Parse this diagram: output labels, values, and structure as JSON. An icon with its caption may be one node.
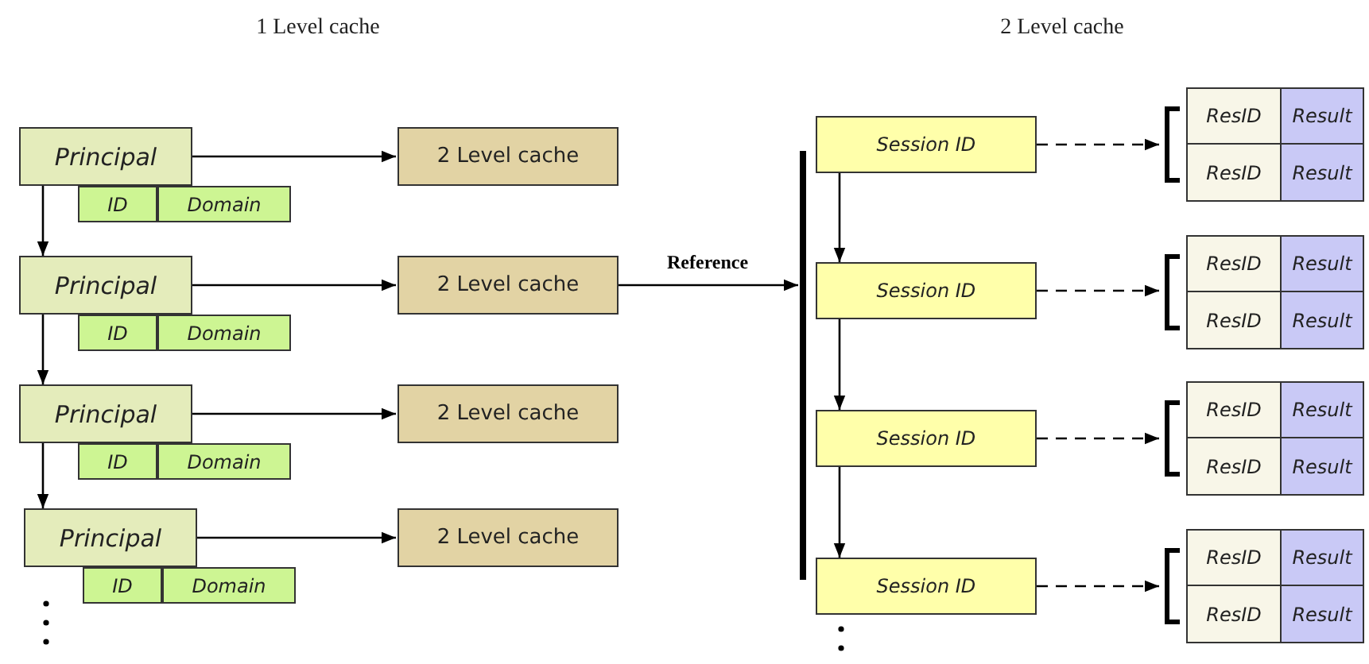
{
  "diagram": {
    "nodes": [
      {
        "text": [
          "Principal"
        ]
      },
      {
        "text": [
          "ID"
        ]
      },
      {
        "text": [
          "Domain"
        ]
      },
      {
        "text": [
          "2 Level cache"
        ]
      },
      {
        "text": [
          "Principal"
        ]
      },
      {
        "text": [
          "ID"
        ]
      },
      {
        "text": [
          "Domain"
        ]
      },
      {
        "text": [
          "2 Level cache"
        ]
      },
      {
        "text": [
          "Principal"
        ]
      },
      {
        "text": [
          "ID"
        ]
      },
      {
        "text": [
          "Domain"
        ]
      },
      {
        "text": [
          "2 Level cache"
        ]
      },
      {
        "text": [
          "Principal"
        ]
      },
      {
        "text": [
          "ID"
        ]
      },
      {
        "text": [
          "Domain"
        ]
      },
      {
        "text": [
          "2 Level cache"
        ]
      },
      {
        "text": [],
        "shape": "bar"
      },
      {
        "text": [
          "Session ID"
        ]
      },
      {
        "text": [],
        "shape": "box"
      },
      {
        "text": [
          "ResID"
        ],
        "in": 18
      },
      {
        "text": [
          "Result"
        ],
        "in": 18
      },
      {
        "text": [
          "ResID"
        ],
        "in": 18
      },
      {
        "text": [
          "Result"
        ],
        "in": 18
      },
      {
        "text": [
          "Session ID"
        ]
      },
      {
        "text": [],
        "shape": "box"
      },
      {
        "text": [
          "ResID"
        ],
        "in": 24
      },
      {
        "text": [
          "Result"
        ],
        "in": 24
      },
      {
        "text": [
          "ResID"
        ],
        "in": 24
      },
      {
        "text": [
          "Result"
        ],
        "in": 24
      },
      {
        "text": [
          "Session ID"
        ]
      },
      {
        "text": [],
        "shape": "box"
      },
      {
        "text": [
          "ResID"
        ],
        "in": 30
      },
      {
        "text": [
          "Result"
        ],
        "in": 30
      },
      {
        "text": [
          "ResID"
        ],
        "in": 30
      },
      {
        "text": [
          "Result"
        ],
        "in": 30
      },
      {
        "text": [
          "Session ID"
        ]
      },
      {
        "text": [],
        "shape": "box"
      },
      {
        "text": [
          "ResID"
        ],
        "in": 36
      },
      {
        "text": [
          "Result"
        ],
        "in": 36
      },
      {
        "text": [
          "ResID"
        ],
        "in": 36
      },
      {
        "text": [
          "Result"
        ],
        "in": 36
      }
    ],
    "edges": [
      {
        "from": 0,
        "to": 3,
        "arrow": "to"
      },
      {
        "from": 0,
        "to": 4,
        "arrow": "to"
      },
      {
        "from": 4,
        "to": 7,
        "arrow": "to"
      },
      {
        "from": 4,
        "to": 8,
        "arrow": "to"
      },
      {
        "from": 8,
        "to": 11,
        "arrow": "to"
      },
      {
        "from": 8,
        "to": 12,
        "arrow": "to"
      },
      {
        "from": 12,
        "to": 15,
        "arrow": "to"
      },
      {
        "from": 7,
        "to": 16,
        "arrow": "to",
        "label": "Reference"
      },
      {
        "from": 17,
        "to": 18,
        "arrow": "to",
        "style": "dashed"
      },
      {
        "from": 17,
        "to": 23,
        "arrow": "to"
      },
      {
        "from": 23,
        "to": 24,
        "arrow": "to",
        "style": "dashed"
      },
      {
        "from": 23,
        "to": 29,
        "arrow": "to"
      },
      {
        "from": 29,
        "to": 30,
        "arrow": "to",
        "style": "dashed"
      },
      {
        "from": 29,
        "to": 35,
        "arrow": "to"
      },
      {
        "from": 35,
        "to": 36,
        "arrow": "to",
        "style": "dashed"
      }
    ],
    "labels": [
      "1 Level cache",
      "2 Level cache"
    ]
  }
}
